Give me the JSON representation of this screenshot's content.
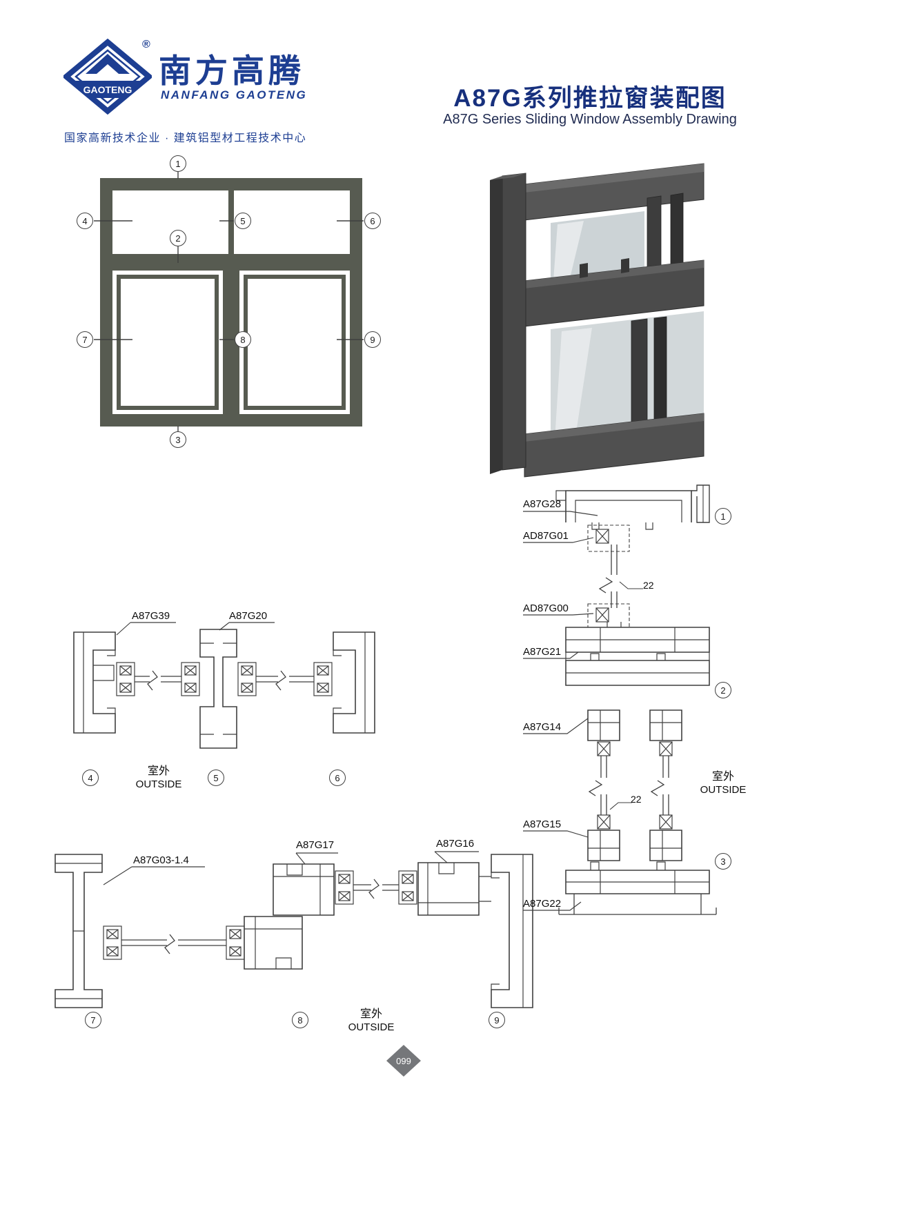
{
  "header": {
    "logo_text": "GAOTENG",
    "registered": "®",
    "brand_cn": "南方高腾",
    "brand_en": "NANFANG GAOTENG",
    "tagline": "国家高新技术企业 · 建筑铝型材工程技术中心",
    "title_cn": "A87G系列推拉窗装配图",
    "title_en": "A87G Series Sliding Window Assembly Drawing"
  },
  "callouts": {
    "c1": "1",
    "c2": "2",
    "c3": "3",
    "c4": "4",
    "c5": "5",
    "c6": "6",
    "c7": "7",
    "c8": "8",
    "c9": "9"
  },
  "labels": {
    "a87g39": "A87G39",
    "a87g20": "A87G20",
    "a87g03_14": "A87G03-1.4",
    "a87g17": "A87G17",
    "a87g16": "A87G16",
    "a87g28": "A87G28",
    "ad87g01": "AD87G01",
    "ad87g00": "AD87G00",
    "a87g21": "A87G21",
    "a87g14": "A87G14",
    "a87g15": "A87G15",
    "a87g22": "A87G22"
  },
  "dimensions": {
    "glass_gap_top": "22",
    "glass_gap_mid": "22"
  },
  "outside": {
    "cn": "室外",
    "en": "OUTSIDE"
  },
  "footer": {
    "page_number": "099"
  },
  "colors": {
    "brand_blue": "#1d3e92",
    "title_navy": "#17307d",
    "frame_gray": "#575b51",
    "line": "#3f3f3f"
  }
}
